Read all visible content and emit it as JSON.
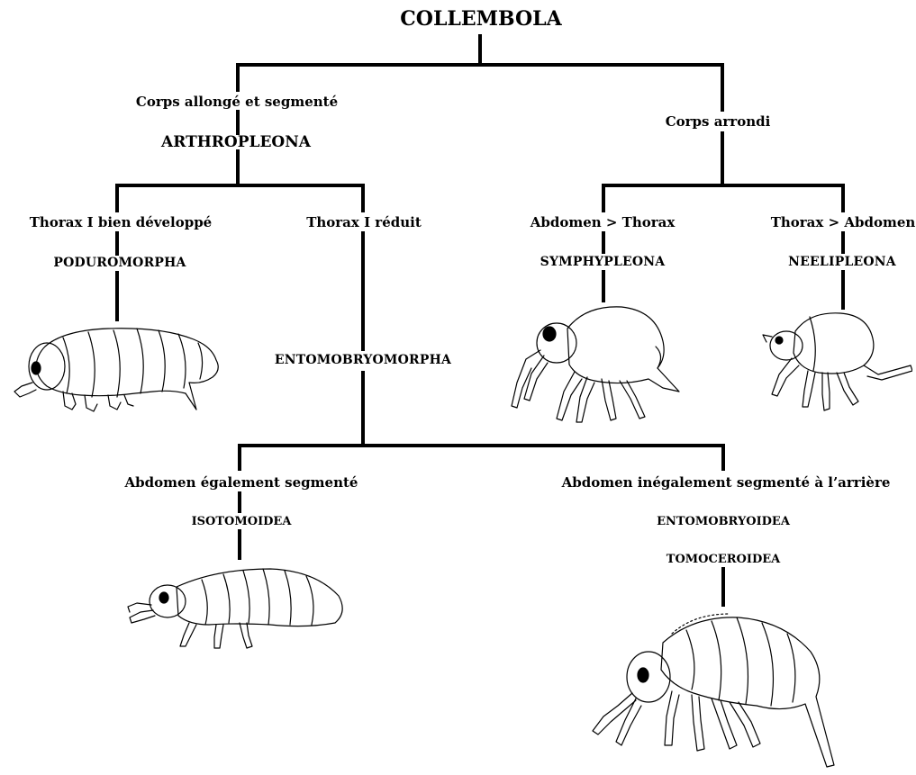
{
  "title": "COLLEMBOLA",
  "branches": {
    "left": {
      "condition": "Corps allongé et segmenté",
      "taxon": "ARTHROPLEONA"
    },
    "right": {
      "condition": "Corps arrondi"
    }
  },
  "arthropleona": {
    "left": {
      "condition": "Thorax I bien développé",
      "taxon": "PODUROMORPHA"
    },
    "right": {
      "condition": "Thorax I réduit",
      "taxon": "ENTOMOBRYOMORPHA"
    }
  },
  "rounded": {
    "left": {
      "condition": "Abdomen > Thorax",
      "taxon": "SYMPHYPLEONA"
    },
    "right": {
      "condition": "Thorax > Abdomen",
      "taxon": "NEELIPLEONA"
    }
  },
  "entomobryomorpha": {
    "left": {
      "condition": "Abdomen également segmenté",
      "taxon": "ISOTOMOIDEA"
    },
    "right": {
      "condition": "Abdomen inégalement segmenté à l’arrière",
      "taxon1": "ENTOMOBRYOIDEA",
      "taxon2": "TOMOCEROIDEA"
    }
  },
  "icons": [
    "poduromorpha-specimen-icon",
    "symphypleona-specimen-icon",
    "neelipleona-specimen-icon",
    "isotomoidea-specimen-icon",
    "entomobryoidea-specimen-icon"
  ]
}
